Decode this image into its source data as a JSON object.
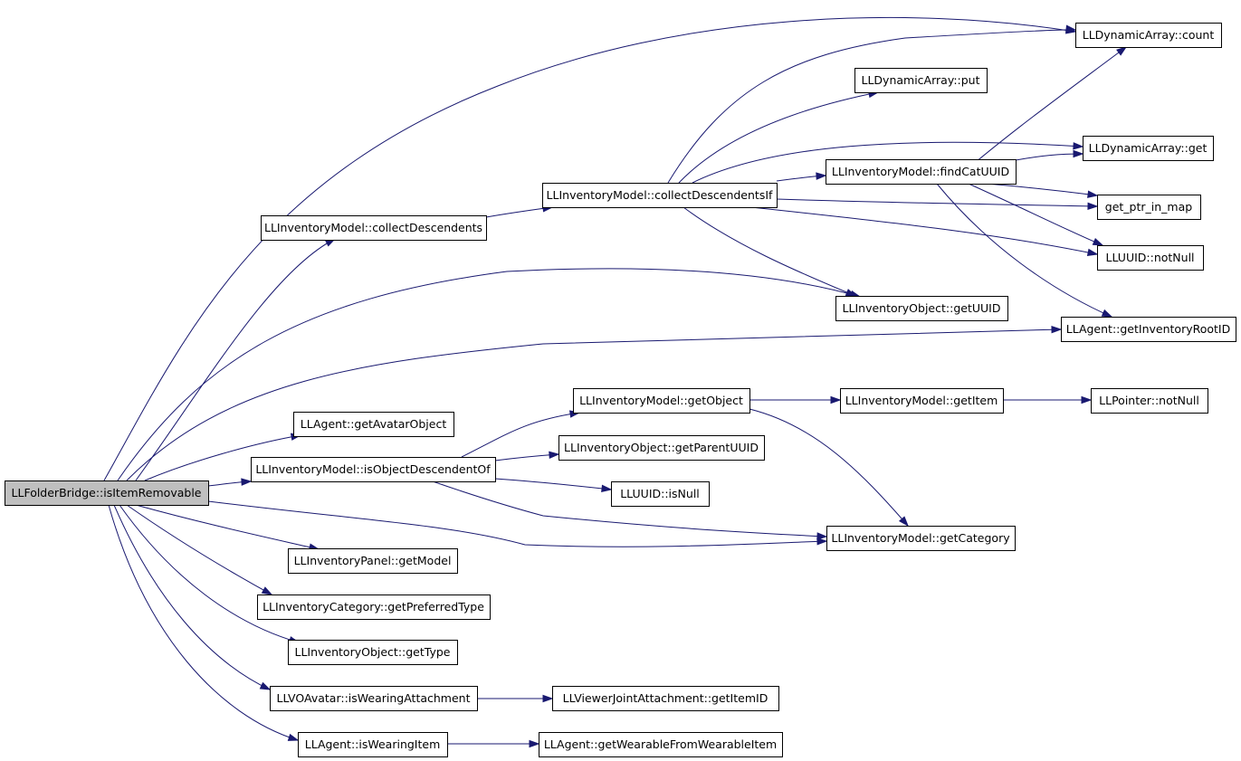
{
  "graph": {
    "edge_color": "#191970",
    "root_fill": "#bfbfbf",
    "nodes": [
      {
        "id": "n0",
        "label": "LLFolderBridge::isItemRemovable",
        "root": true
      },
      {
        "id": "n1",
        "label": "LLDynamicArray::count"
      },
      {
        "id": "n2",
        "label": "LLDynamicArray::put"
      },
      {
        "id": "n3",
        "label": "LLDynamicArray::get"
      },
      {
        "id": "n4",
        "label": "LLInventoryModel::findCatUUID"
      },
      {
        "id": "n5",
        "label": "LLInventoryModel::collectDescendentsIf"
      },
      {
        "id": "n6",
        "label": "get_ptr_in_map"
      },
      {
        "id": "n7",
        "label": "LLInventoryModel::collectDescendents"
      },
      {
        "id": "n8",
        "label": "LLUUID::notNull"
      },
      {
        "id": "n9",
        "label": "LLInventoryObject::getUUID"
      },
      {
        "id": "n10",
        "label": "LLAgent::getInventoryRootID"
      },
      {
        "id": "n11",
        "label": "LLInventoryModel::getObject"
      },
      {
        "id": "n12",
        "label": "LLInventoryModel::getItem"
      },
      {
        "id": "n13",
        "label": "LLPointer::notNull"
      },
      {
        "id": "n14",
        "label": "LLAgent::getAvatarObject"
      },
      {
        "id": "n15",
        "label": "LLInventoryObject::getParentUUID"
      },
      {
        "id": "n16",
        "label": "LLInventoryModel::isObjectDescendentOf"
      },
      {
        "id": "n17",
        "label": "LLUUID::isNull"
      },
      {
        "id": "n18",
        "label": "LLInventoryModel::getCategory"
      },
      {
        "id": "n19",
        "label": "LLInventoryPanel::getModel"
      },
      {
        "id": "n20",
        "label": "LLInventoryCategory::getPreferredType"
      },
      {
        "id": "n21",
        "label": "LLInventoryObject::getType"
      },
      {
        "id": "n22",
        "label": "LLVOAvatar::isWearingAttachment"
      },
      {
        "id": "n23",
        "label": "LLViewerJointAttachment::getItemID"
      },
      {
        "id": "n24",
        "label": "LLAgent::isWearingItem"
      },
      {
        "id": "n25",
        "label": "LLAgent::getWearableFromWearableItem"
      }
    ],
    "edges": [
      {
        "from": "n0",
        "to": "n1"
      },
      {
        "from": "n0",
        "to": "n7"
      },
      {
        "from": "n0",
        "to": "n9"
      },
      {
        "from": "n0",
        "to": "n10"
      },
      {
        "from": "n0",
        "to": "n14"
      },
      {
        "from": "n0",
        "to": "n16"
      },
      {
        "from": "n0",
        "to": "n18"
      },
      {
        "from": "n0",
        "to": "n19"
      },
      {
        "from": "n0",
        "to": "n20"
      },
      {
        "from": "n0",
        "to": "n21"
      },
      {
        "from": "n0",
        "to": "n22"
      },
      {
        "from": "n0",
        "to": "n24"
      },
      {
        "from": "n7",
        "to": "n5"
      },
      {
        "from": "n5",
        "to": "n2"
      },
      {
        "from": "n5",
        "to": "n1"
      },
      {
        "from": "n5",
        "to": "n3"
      },
      {
        "from": "n5",
        "to": "n4"
      },
      {
        "from": "n5",
        "to": "n6"
      },
      {
        "from": "n5",
        "to": "n8"
      },
      {
        "from": "n5",
        "to": "n9"
      },
      {
        "from": "n4",
        "to": "n1"
      },
      {
        "from": "n4",
        "to": "n3"
      },
      {
        "from": "n4",
        "to": "n6"
      },
      {
        "from": "n4",
        "to": "n8"
      },
      {
        "from": "n4",
        "to": "n10"
      },
      {
        "from": "n16",
        "to": "n11"
      },
      {
        "from": "n16",
        "to": "n15"
      },
      {
        "from": "n16",
        "to": "n17"
      },
      {
        "from": "n16",
        "to": "n18"
      },
      {
        "from": "n11",
        "to": "n12"
      },
      {
        "from": "n11",
        "to": "n18"
      },
      {
        "from": "n12",
        "to": "n13"
      },
      {
        "from": "n22",
        "to": "n23"
      },
      {
        "from": "n24",
        "to": "n25"
      }
    ]
  }
}
